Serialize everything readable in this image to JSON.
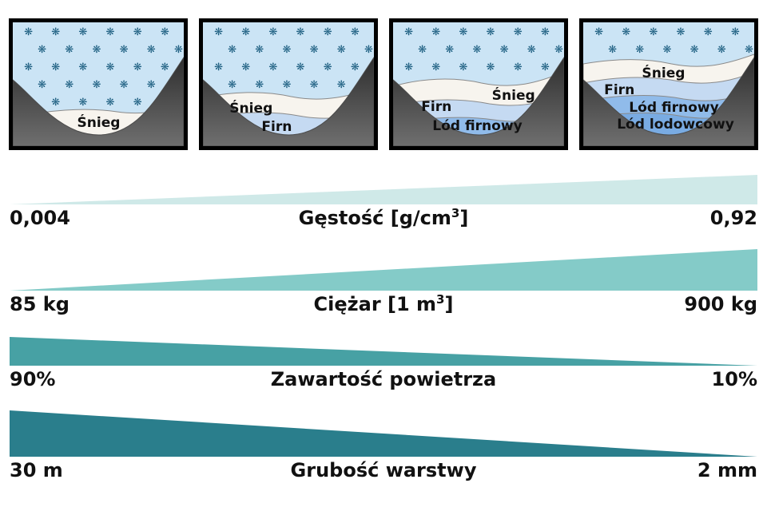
{
  "colors": {
    "background": "#ffffff",
    "sky": "#cbe4f5",
    "snowflake": "#1c5e80",
    "mountain_top": "#2e2e2e",
    "mountain_bottom": "#6f6f6f",
    "panel_border": "#000000",
    "layer_edge": "#8a8a8a",
    "text": "#111111"
  },
  "icons": {
    "snowflake": "❋"
  },
  "stages": [
    {
      "name": "snieg",
      "flake_rows": 5,
      "layers": [
        {
          "label": "Śnieg",
          "color": "#f7f4ee"
        }
      ]
    },
    {
      "name": "firn",
      "flake_rows": 4,
      "layers": [
        {
          "label": "Śnieg",
          "color": "#f7f4ee"
        },
        {
          "label": "Firn",
          "color": "#c5daf2"
        }
      ]
    },
    {
      "name": "lod-firnowy",
      "flake_rows": 3,
      "layers": [
        {
          "label": "Śnieg",
          "color": "#f7f4ee"
        },
        {
          "label": "Firn",
          "color": "#c5daf2"
        },
        {
          "label": "Lód firnowy",
          "color": "#90bbea"
        }
      ]
    },
    {
      "name": "lod-lodowcowy",
      "flake_rows": 2,
      "layers": [
        {
          "label": "Śnieg",
          "color": "#f7f4ee"
        },
        {
          "label": "Firn",
          "color": "#c5daf2"
        },
        {
          "label": "Lód firnowy",
          "color": "#90bbea"
        },
        {
          "label": "Lód lodowcowy",
          "color": "#79abe2"
        }
      ]
    }
  ],
  "bands": [
    {
      "name": "density",
      "left_value": "0,004",
      "title_prefix": "Gęstość [g/cm",
      "title_sup": "3",
      "title_suffix": "]",
      "right_value": "0,92",
      "color": "#cfe9e8",
      "direction": "increasing"
    },
    {
      "name": "weight",
      "left_value": "85 kg",
      "title_prefix": "Ciężar [1 m",
      "title_sup": "3",
      "title_suffix": "]",
      "right_value": "900 kg",
      "color": "#84cbc8",
      "direction": "increasing"
    },
    {
      "name": "air-content",
      "left_value": "90%",
      "title_prefix": "Zawartość powietrza",
      "title_sup": "",
      "title_suffix": "",
      "right_value": "10%",
      "color": "#47a1a4",
      "direction": "decreasing"
    },
    {
      "name": "layer-thickness",
      "left_value": "30 m",
      "title_prefix": "Grubość warstwy",
      "title_sup": "",
      "title_suffix": "",
      "right_value": "2 mm",
      "color": "#2a7e8c",
      "direction": "decreasing"
    }
  ]
}
